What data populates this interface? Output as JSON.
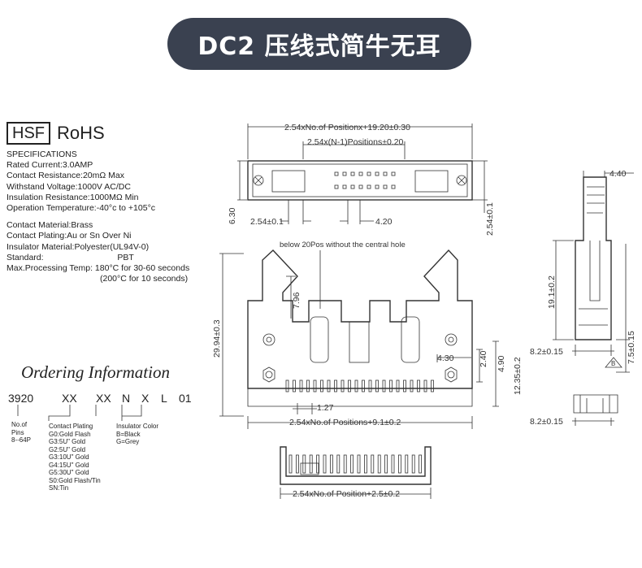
{
  "title": "DC2 压线式简牛无耳",
  "logos": {
    "hsf": "HSF",
    "rohs": "RoHS"
  },
  "specs": {
    "heading": "SPECIFICATIONS",
    "rated_current": "Rated  Current:3.0AMP",
    "contact_resistance": "Contact  Resistance:20mΩ  Max",
    "withstand_voltage": "Withstand  Voltage:1000V  AC/DC",
    "insulation_resistance": "Insulation  Resistance:1000MΩ  Min",
    "operation_temperature": "Operation  Temperature:-40°c  to  +105°c",
    "contact_material": "Contact  Material:Brass",
    "contact_plating": "Contact  Plating:Au  or  Sn  Over  Ni",
    "insulator_material": "Insulator  Material:Polyester(UL94V-0)",
    "standard_label": "Standard:",
    "standard_value": "PBT",
    "max_processing": "Max.Processing  Temp:  180°C  for  30-60  seconds",
    "max_processing_2": "(200°C  for  10  seconds)"
  },
  "ordering": {
    "title": "Ordering Information",
    "code": [
      "3920",
      "XX",
      "XX",
      "N",
      "X",
      "L",
      "01"
    ],
    "no_of_pins": [
      "No.of",
      "Pins",
      "8--64P"
    ],
    "contact_plating_label": "Contact  Plating",
    "plating_options": [
      "G0:Gold  Flash",
      "G3:5U\"  Gold",
      "G2:5U\"  Gold",
      "G3:10U\"  Gold",
      "G4:15U\"  Gold",
      "G5:30U\"  Gold",
      "S0:Gold  Flash/Tin",
      "SN:Tin"
    ],
    "insulator_color_label": "Insulator  Color",
    "color_options": [
      "B=Black",
      "G=Grey"
    ]
  },
  "dimensions": {
    "top_overall": "2.54xNo.of  Positionx+19.20±0.30",
    "top_pitch": "2.54x(N-1)Positions±0.20",
    "top_height": "6.30",
    "top_pitch_small": "2.54±0.1",
    "top_420": "4.20",
    "top_right_vertical": "2.54±0.1",
    "front_note": "below  20Pos  without  the  central  hole",
    "front_796": "7.96",
    "front_height": "29.94±0.3",
    "front_430": "4.30",
    "front_240": "2.40",
    "front_490": "4.90",
    "front_1235": "12.35±0.2",
    "front_127": "1.27",
    "front_bottom": "2.54xNo.of  Positions+9.1±0.2",
    "bottom_view": "2.54xNo.of  Position+2.5±0.2",
    "side_440": "4.40",
    "side_191": "19.1±0.2",
    "side_82_a": "8.2±0.15",
    "side_75": "7.5±0.15",
    "side_82_b": "8.2±0.15",
    "side_badge": "B"
  }
}
